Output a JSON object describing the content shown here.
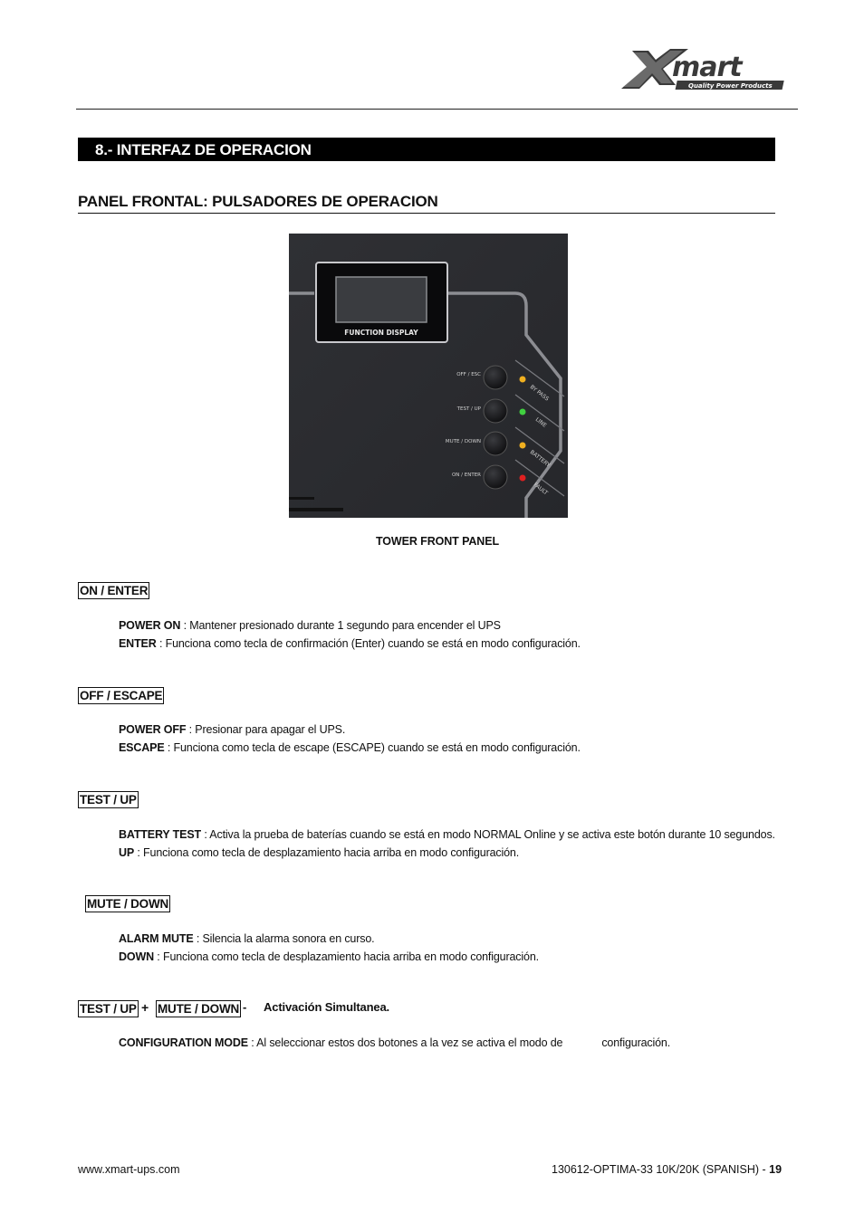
{
  "logo": {
    "brand": "Xmart",
    "tagline": "Quality Power Products"
  },
  "section_title": "8.- INTERFAZ DE OPERACION",
  "subtitle": "PANEL FRONTAL: PULSADORES DE OPERACION",
  "panel_image": {
    "display_label": "FUNCTION DISPLAY",
    "buttons": [
      "OFF / ESC",
      "TEST / UP",
      "MUTE / DOWN",
      "ON / ENTER"
    ],
    "leds": [
      "BY PASS",
      "LINE",
      "BATTERY",
      "FAULT"
    ],
    "colors": {
      "panel": "#2b2c30",
      "led_bypass": "#f0b020",
      "led_line": "#40d040",
      "led_battery": "#f0b020",
      "led_fault": "#e02020"
    }
  },
  "caption": "TOWER FRONT PANEL",
  "sections": [
    {
      "key": "ON / ENTER",
      "lines": [
        {
          "term": "POWER ON",
          "text": " : Mantener presionado durante 1 segundo para encender el UPS"
        },
        {
          "term": "ENTER",
          "text": " : Funciona como tecla de confirmación (Enter) cuando se está en modo configuración."
        }
      ]
    },
    {
      "key": "OFF / ESCAPE",
      "lines": [
        {
          "term": "POWER OFF",
          "text": " : Presionar para apagar el UPS."
        },
        {
          "term": "ESCAPE",
          "text": " : Funciona como tecla de escape (ESCAPE) cuando se está en modo configuración."
        }
      ]
    },
    {
      "key": "TEST / UP",
      "lines": [
        {
          "term": "BATTERY TEST",
          "text": " : Activa la prueba de baterías cuando se está en modo NORMAL Online y se activa este botón durante 10 segundos."
        },
        {
          "term": "UP",
          "text": " : Funciona como tecla de desplazamiento hacia arriba en modo configuración."
        }
      ]
    },
    {
      "key": "MUTE / DOWN",
      "lines": [
        {
          "term": "ALARM MUTE",
          "text": " : Silencia la alarma sonora en curso."
        },
        {
          "term": "DOWN",
          "text": " : Funciona como tecla de desplazamiento hacia arriba en modo configuración."
        }
      ]
    }
  ],
  "combo": {
    "key1": "TEST / UP",
    "plus": "+",
    "key2": "MUTE / DOWN",
    "dash": "-",
    "label": "Activación Simultanea.",
    "term": "CONFIGURATION MODE",
    "text": " : Al seleccionar estos dos botones a la vez se activa el modo de",
    "text2": "configuración."
  },
  "footer": {
    "website": "www.xmart-ups.com",
    "doc": "130612-OPTIMA-33 10K/20K (SPANISH)",
    "sep": " - ",
    "page": "19"
  }
}
